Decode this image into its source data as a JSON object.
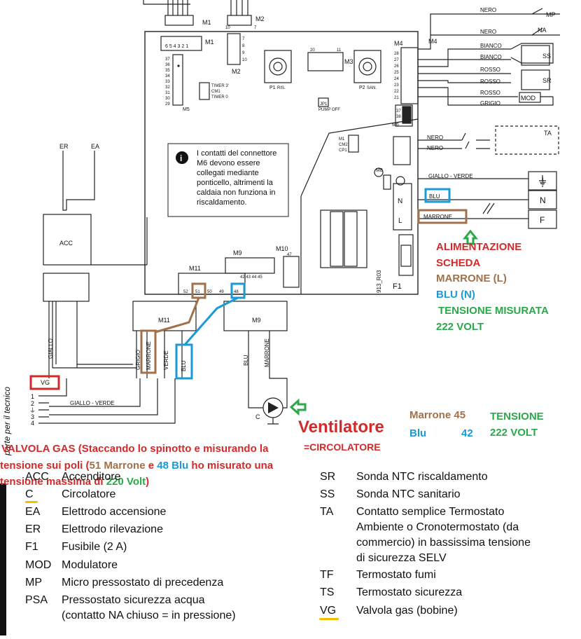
{
  "colors": {
    "brown": "#a0714a",
    "blue": "#1a9ad6",
    "red": "#d22a2a",
    "green": "#2aa84a",
    "line": "#222222"
  },
  "side_label": "parte per il tecnico",
  "board": {
    "connectors": {
      "M1": "M1",
      "M2": "M2",
      "M3": "M3",
      "M4": "M4",
      "M5": "M5",
      "M6": "M6",
      "M8": "M8",
      "M9": "M9",
      "M10": "M10",
      "M11": "M11",
      "M1_pins": "6 5 4 3 2 1",
      "M2_top": "10",
      "M2_bottom": "7",
      "M2_pins": [
        "7",
        "8",
        "9",
        "10"
      ],
      "M5_pins": [
        "37",
        "36",
        "35",
        "34",
        "33",
        "32",
        "31",
        "30",
        "29"
      ],
      "M4_pins": [
        "28",
        "27",
        "26",
        "25",
        "24",
        "23",
        "22",
        "21"
      ],
      "M11_pins": [
        "52",
        "51",
        "50",
        "49",
        "48"
      ],
      "M9_pins": "42 43 44 45",
      "M10_pins": "47",
      "M3_left": "20",
      "M3_right": "11",
      "pot1": "P1",
      "pot1_sub": "RIS.",
      "pot2": "P2",
      "pot2_sub": "SAN.",
      "timer": [
        "TIMER 3'",
        "CM1",
        "TIMER 0"
      ],
      "jp1": [
        "JP1",
        "PUMP OFF"
      ],
      "m_small": [
        "M1",
        "CM2",
        "CP1"
      ],
      "m6_pins": [
        "37",
        "38"
      ],
      "board_code": "913_R03",
      "fuse": "F1"
    },
    "info_text": "I contatti del connettore M6 devono essere collegati mediante ponticello, altrimenti la caldaia non funziona in riscaldamento.",
    "components": {
      "acc": "ACC",
      "er": "ER",
      "ea": "EA",
      "vg": "VG",
      "c": "C",
      "ta": "TA",
      "mp": "MP",
      "na": "NA",
      "ss": "SS",
      "sr": "SR",
      "mod": "MOD",
      "f1": "F1"
    },
    "wires": {
      "nero1": "NERO",
      "nero2": "NERO",
      "bianco1": "BIANCO",
      "bianco2": "BIANCO",
      "rosso1": "ROSSO",
      "rosso2": "ROSSO",
      "rosso3": "ROSSO",
      "grigio": "GRIGIO",
      "ta_nero1": "NERO",
      "ta_nero2": "NERO",
      "gv_main": "GIALLO - VERDE",
      "blu_main": "BLU",
      "marrone_main": "MARRONE",
      "giallo": "GIALLO",
      "grigio_m11": "GRIGIO",
      "marrone_m11": "MARRONE",
      "verde_m11": "VERDE",
      "blu_m11": "BLU",
      "blu_m9": "BLU",
      "marrone_m9": "MARRONE",
      "gv_vg": "GIALLO - VERDE"
    },
    "terminals": [
      "N",
      "L"
    ],
    "mains": [
      "⏚",
      "N",
      "F"
    ],
    "vg_pins": [
      "1",
      "2",
      "⏚",
      "3",
      "4"
    ]
  },
  "annotations": {
    "alimentazione": [
      "ALIMENTAZIONE",
      "SCHEDA"
    ],
    "marrone_l": "MARRONE (L)",
    "blu_n": "BLU (N)",
    "tensione_misurata": [
      "TENSIONE MISURATA",
      "222 VOLT"
    ],
    "ventilatore": "Ventilatore",
    "circolatore": "=CIRCOLATORE",
    "marrone_45": "Marrone 45",
    "blu_42": "Blu",
    "blu_42_num": "42",
    "tensione_222": [
      "TENSIONE",
      "222 VOLT"
    ],
    "valvola_line1": "VALVOLA GAS (Staccando lo spinotto e misurando la",
    "valvola_line2_a": "tensione sui poli  (",
    "valvola_line2_b": "51 Marrone",
    "valvola_line2_c": "  e ",
    "valvola_line2_d": "48 Blu",
    "valvola_line2_e": " ho misurato una",
    "valvola_line3_a": "tensione massima di ",
    "valvola_line3_b": "220 Volt",
    "valvola_line3_c": ")"
  },
  "legend_left": [
    {
      "code": "ACC",
      "desc": "Accenditore"
    },
    {
      "code": "C",
      "desc": "Circolatore"
    },
    {
      "code": "EA",
      "desc": "Elettrodo accensione"
    },
    {
      "code": "ER",
      "desc": "Elettrodo rilevazione"
    },
    {
      "code": "F1",
      "desc": "Fusibile (2 A)"
    },
    {
      "code": "MOD",
      "desc": "Modulatore"
    },
    {
      "code": "MP",
      "desc": "Micro pressostato di precedenza"
    },
    {
      "code": "PSA",
      "desc": "Pressostato sicurezza acqua"
    },
    {
      "code": "",
      "desc": "(contatto NA chiuso = in pressione)"
    }
  ],
  "legend_right": [
    {
      "code": "SR",
      "desc": "Sonda NTC riscaldamento"
    },
    {
      "code": "SS",
      "desc": "Sonda NTC sanitario"
    },
    {
      "code": "TA",
      "desc": "Contatto semplice Termostato"
    },
    {
      "code": "",
      "desc": "Ambiente o Cronotermostato (da"
    },
    {
      "code": "",
      "desc": "commercio) in bassissima tensione"
    },
    {
      "code": "",
      "desc": "di sicurezza SELV"
    },
    {
      "code": "TF",
      "desc": "Termostato fumi"
    },
    {
      "code": "TS",
      "desc": "Termostato sicurezza"
    },
    {
      "code": "VG",
      "desc": "Valvola gas (bobine)"
    }
  ]
}
